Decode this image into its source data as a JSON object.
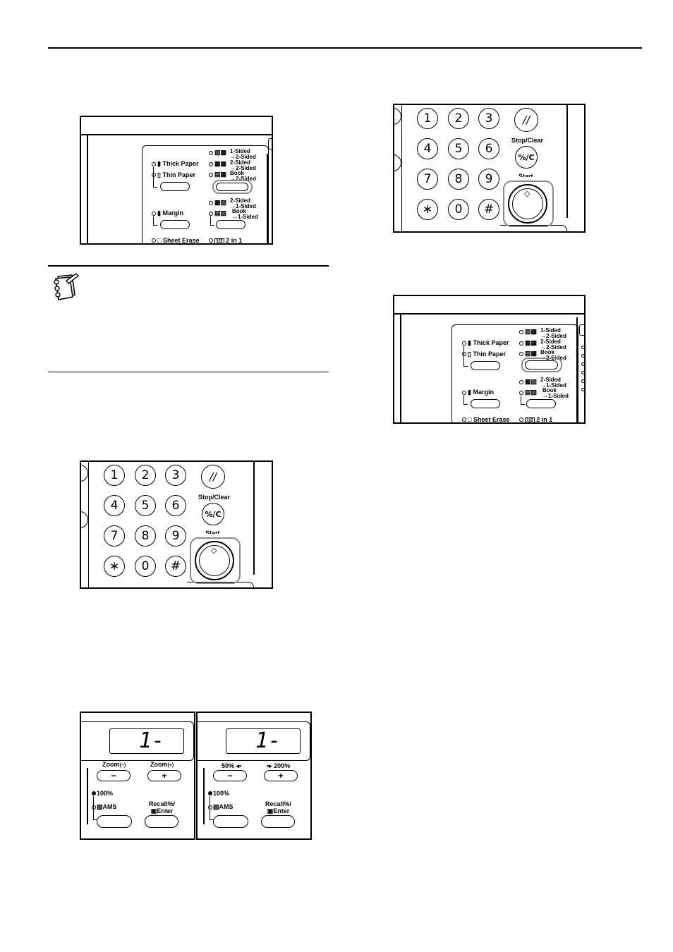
{
  "panels": {
    "duplex_labels": {
      "thick_paper": "Thick Paper",
      "thin_paper": "Thin Paper",
      "margin": "Margin",
      "sheet_erase": "Sheet Erase",
      "one_to_two_a": "1-Sided",
      "one_to_two_b": "→2-Sided",
      "two_to_two_a": "2-Sided",
      "two_to_two_b": "→2-Sided",
      "book_to_two_a": "Book",
      "book_to_two_b": "→2-Sided",
      "two_to_one_a": "2-Sided",
      "two_to_one_b": "→1-Sided",
      "book_to_one_a": "Book",
      "book_to_one_b": "→1-Sided",
      "two_in_one": "2 in 1",
      "two_in_one_icon_a": "1",
      "two_in_one_icon_b": "2"
    },
    "keypad": {
      "keys": [
        "1",
        "2",
        "3",
        "4",
        "5",
        "6",
        "7",
        "8",
        "9",
        "∗",
        "0",
        "#"
      ],
      "stop_clear": "Stop/Clear",
      "start": "Start",
      "reset_symbol": "//",
      "clear_symbol": "%/C",
      "start_symbol": "◇"
    },
    "display": {
      "readout": "1-",
      "inch": {
        "zoom_minus": "Zoom",
        "zoom_minus_sign": "(−)",
        "zoom_plus": "Zoom",
        "zoom_plus_sign": "(+)",
        "minus_key": "−",
        "plus_key": "+"
      },
      "metric": {
        "reduce": "50% ◂•",
        "enlarge": "•▸ 200%",
        "minus_key": "−",
        "plus_key": "+"
      },
      "full_size": "100%",
      "ams": "AMS",
      "recall_line1": "Recall%/",
      "recall_line2": "Enter"
    }
  },
  "colors": {
    "ink": "#000000",
    "highlight": "#8a8a8a"
  }
}
